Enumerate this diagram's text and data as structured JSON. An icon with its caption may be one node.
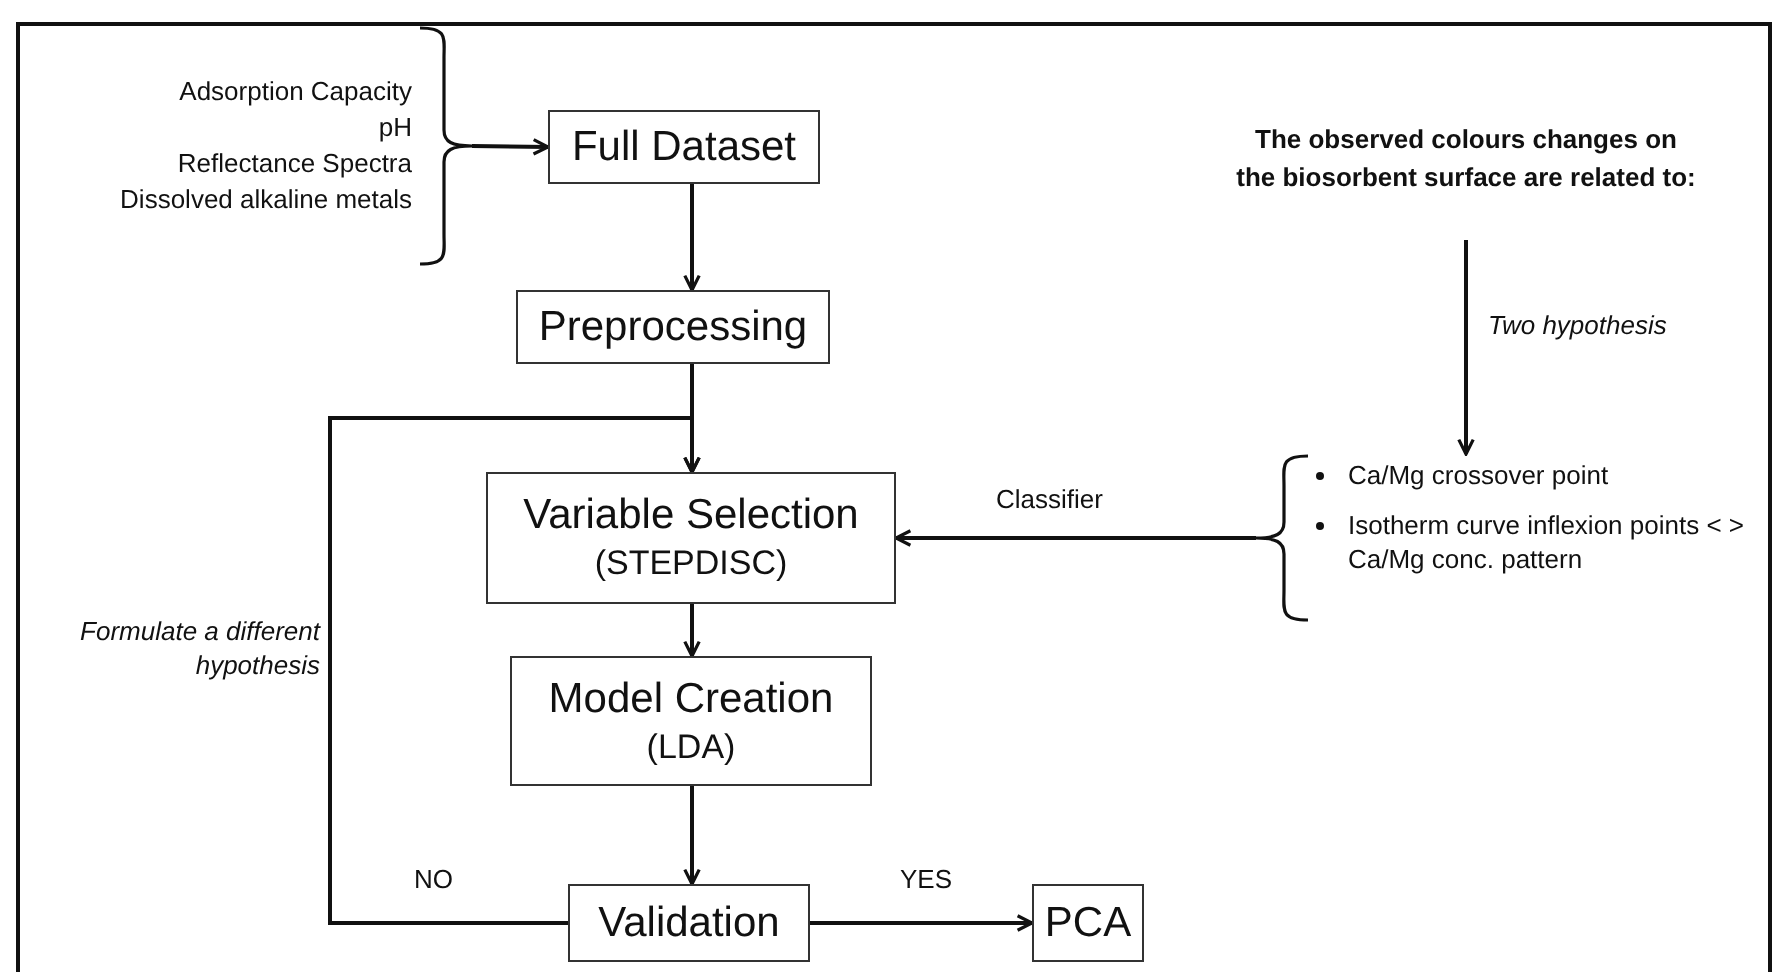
{
  "diagram": {
    "nodes": [
      {
        "text": [
          "Adsorption Capacity",
          "pH",
          "Reflectance Spectra",
          "Dissolved alkaline metals"
        ]
      },
      {
        "text": [
          "Full Dataset"
        ]
      },
      {
        "text": [
          "Preprocessing"
        ]
      },
      {
        "text": [
          "Variable Selection",
          "(STEPDISC)"
        ]
      },
      {
        "text": [
          "Model Creation",
          "(LDA)"
        ]
      },
      {
        "text": [
          "Validation"
        ]
      },
      {
        "text": [
          "PCA"
        ]
      },
      {
        "text": [
          "The observed colours changes on the biosorbent surface are related to:"
        ]
      },
      {
        "text": [
          "Ca/Mg crossover point",
          "Isotherm curve inflexion points < > Ca/Mg conc. pattern"
        ]
      }
    ],
    "edges": [
      {
        "from": 0,
        "to": 1,
        "arrow": "to"
      },
      {
        "from": 1,
        "to": 2,
        "arrow": "to"
      },
      {
        "from": 2,
        "to": 3,
        "arrow": "to"
      },
      {
        "from": 3,
        "to": 4,
        "arrow": "to"
      },
      {
        "from": 4,
        "to": 5,
        "arrow": "to"
      },
      {
        "from": 5,
        "to": 6,
        "arrow": "to",
        "label": "YES"
      },
      {
        "from": 5,
        "to": 3,
        "arrow": "to",
        "label": "NO"
      },
      {
        "from": 7,
        "to": 8,
        "arrow": "to",
        "label": "Two hypothesis"
      },
      {
        "from": 8,
        "to": 3,
        "arrow": "to",
        "label": "Classifier"
      }
    ],
    "labels": [
      "Formulate a different hypothesis"
    ]
  }
}
